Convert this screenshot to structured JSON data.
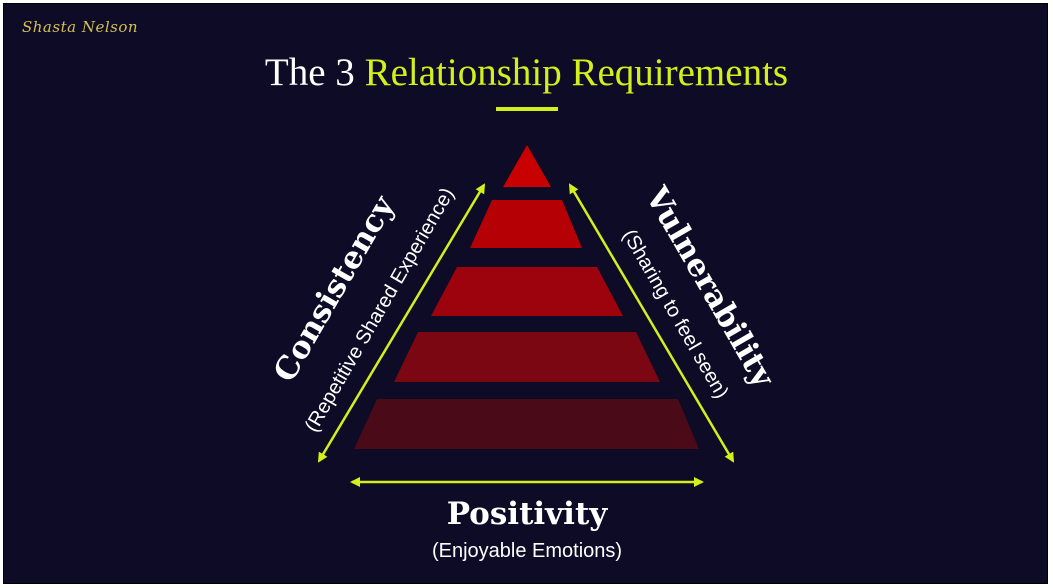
{
  "signature": "Shasta Nelson",
  "title": {
    "prefix": "The 3 ",
    "highlight": "Relationship Requirements"
  },
  "colors": {
    "background": "#0d0b26",
    "accent": "#d4f01a",
    "pyramid_top": "#c80000",
    "pyramid_bottom": "#4a0a18"
  },
  "pyramid": {
    "levels": 5
  },
  "sides": {
    "left": {
      "label": "Consistency",
      "sublabel": "(Repetitive Shared Experience)"
    },
    "right": {
      "label": "Vulnerability",
      "sublabel": "(Sharing to feel seen)"
    },
    "bottom": {
      "label": "Positivity",
      "sublabel": "(Enjoyable Emotions)"
    }
  }
}
